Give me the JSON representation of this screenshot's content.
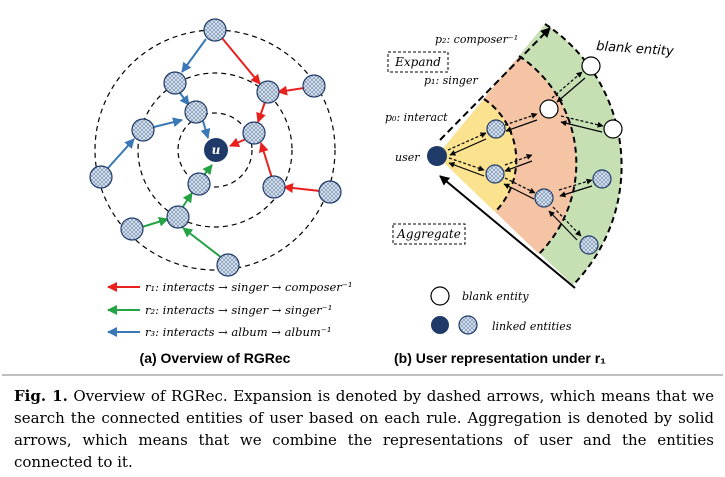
{
  "panel_a": {
    "center_label": "u",
    "caption": "(a) Overview of RGRec",
    "legend": [
      {
        "rule": "r₁: ",
        "path": "interacts → singer → composer⁻¹",
        "color": "#e8211f"
      },
      {
        "rule": "r₂: ",
        "path": "interacts → singer → singer⁻¹",
        "color": "#25a244"
      },
      {
        "rule": "r₃: ",
        "path": "interacts → album → album⁻¹",
        "color": "#3a78b5"
      }
    ]
  },
  "panel_b": {
    "caption": "(b) User representation under r₁",
    "expand": "Expand",
    "aggregate": "Aggregate",
    "p2": "p₂: composer⁻¹",
    "p1": "p₁: singer",
    "p0": "p₀: interact",
    "user": "user",
    "blank_entity_hand": "blank entity",
    "legend_blank": "blank entity",
    "legend_linked": "linked entities"
  },
  "caption": {
    "label": "Fig. 1.",
    "text": " Overview of RGRec. Expansion is denoted by dashed arrows, which means that we search the connected entities of user based on each rule. Aggregation is denoted by solid arrows, which means that we combine the representations of user and the entities connected to it."
  },
  "colors": {
    "red": "#e8211f",
    "green": "#25a244",
    "blue": "#3a78b5",
    "navy": "#1f3a68",
    "ring_yellow": "#fbe28f",
    "ring_salmon": "#f5c4a4",
    "ring_green": "#c6e0b4"
  }
}
